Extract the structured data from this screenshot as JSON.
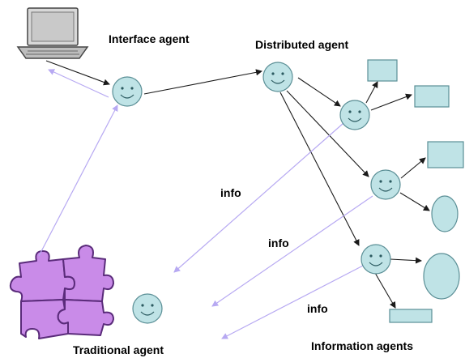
{
  "labels": {
    "interface_agent": "Interface agent",
    "distributed_agent": "Distributed agent",
    "info_1": "info",
    "info_2": "info",
    "info_3": "info",
    "traditional_agent": "Traditional agent",
    "information_agents": "Information agents"
  },
  "colors": {
    "agent_fill": "#bfe3e6",
    "info_arrow": "#b7a9f2",
    "puzzle": "#c98be8"
  },
  "icons": [
    "laptop-icon",
    "puzzle-icon",
    "smiley-face-icon"
  ]
}
